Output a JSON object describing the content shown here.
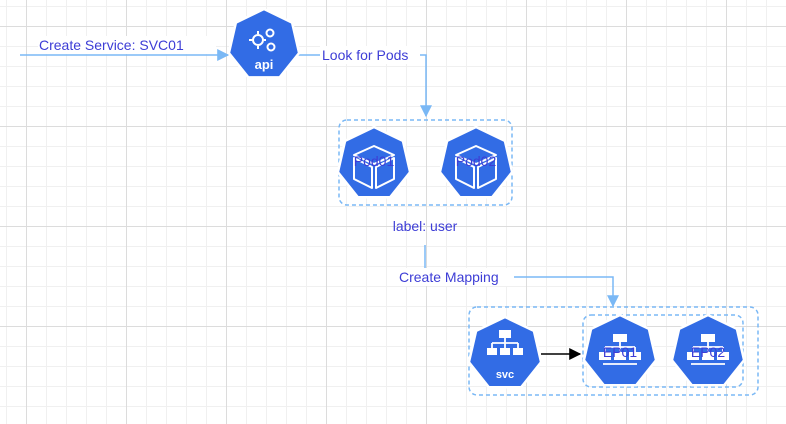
{
  "colors": {
    "k8s_blue": "#326ce5",
    "edge": "#7ab8f5",
    "label_text": "#3d3dd6",
    "arrow_black": "#000000"
  },
  "icons": {
    "api": "api-server-icon",
    "pod": "pod-cube-icon",
    "svc": "service-icon",
    "ep": "endpoint-icon"
  },
  "nodes": {
    "api": {
      "label": "api"
    },
    "pods": [
      {
        "label": "Pod01"
      },
      {
        "label": "Pod02"
      }
    ],
    "pod_group_label": "label: user",
    "svc": {
      "label": "svc"
    },
    "endpoints": [
      {
        "label": "EP01"
      },
      {
        "label": "EP02"
      }
    ]
  },
  "edges": {
    "create_service": "Create Service: SVC01",
    "look_for_pods": "Look for Pods",
    "create_mapping": "Create Mapping"
  }
}
